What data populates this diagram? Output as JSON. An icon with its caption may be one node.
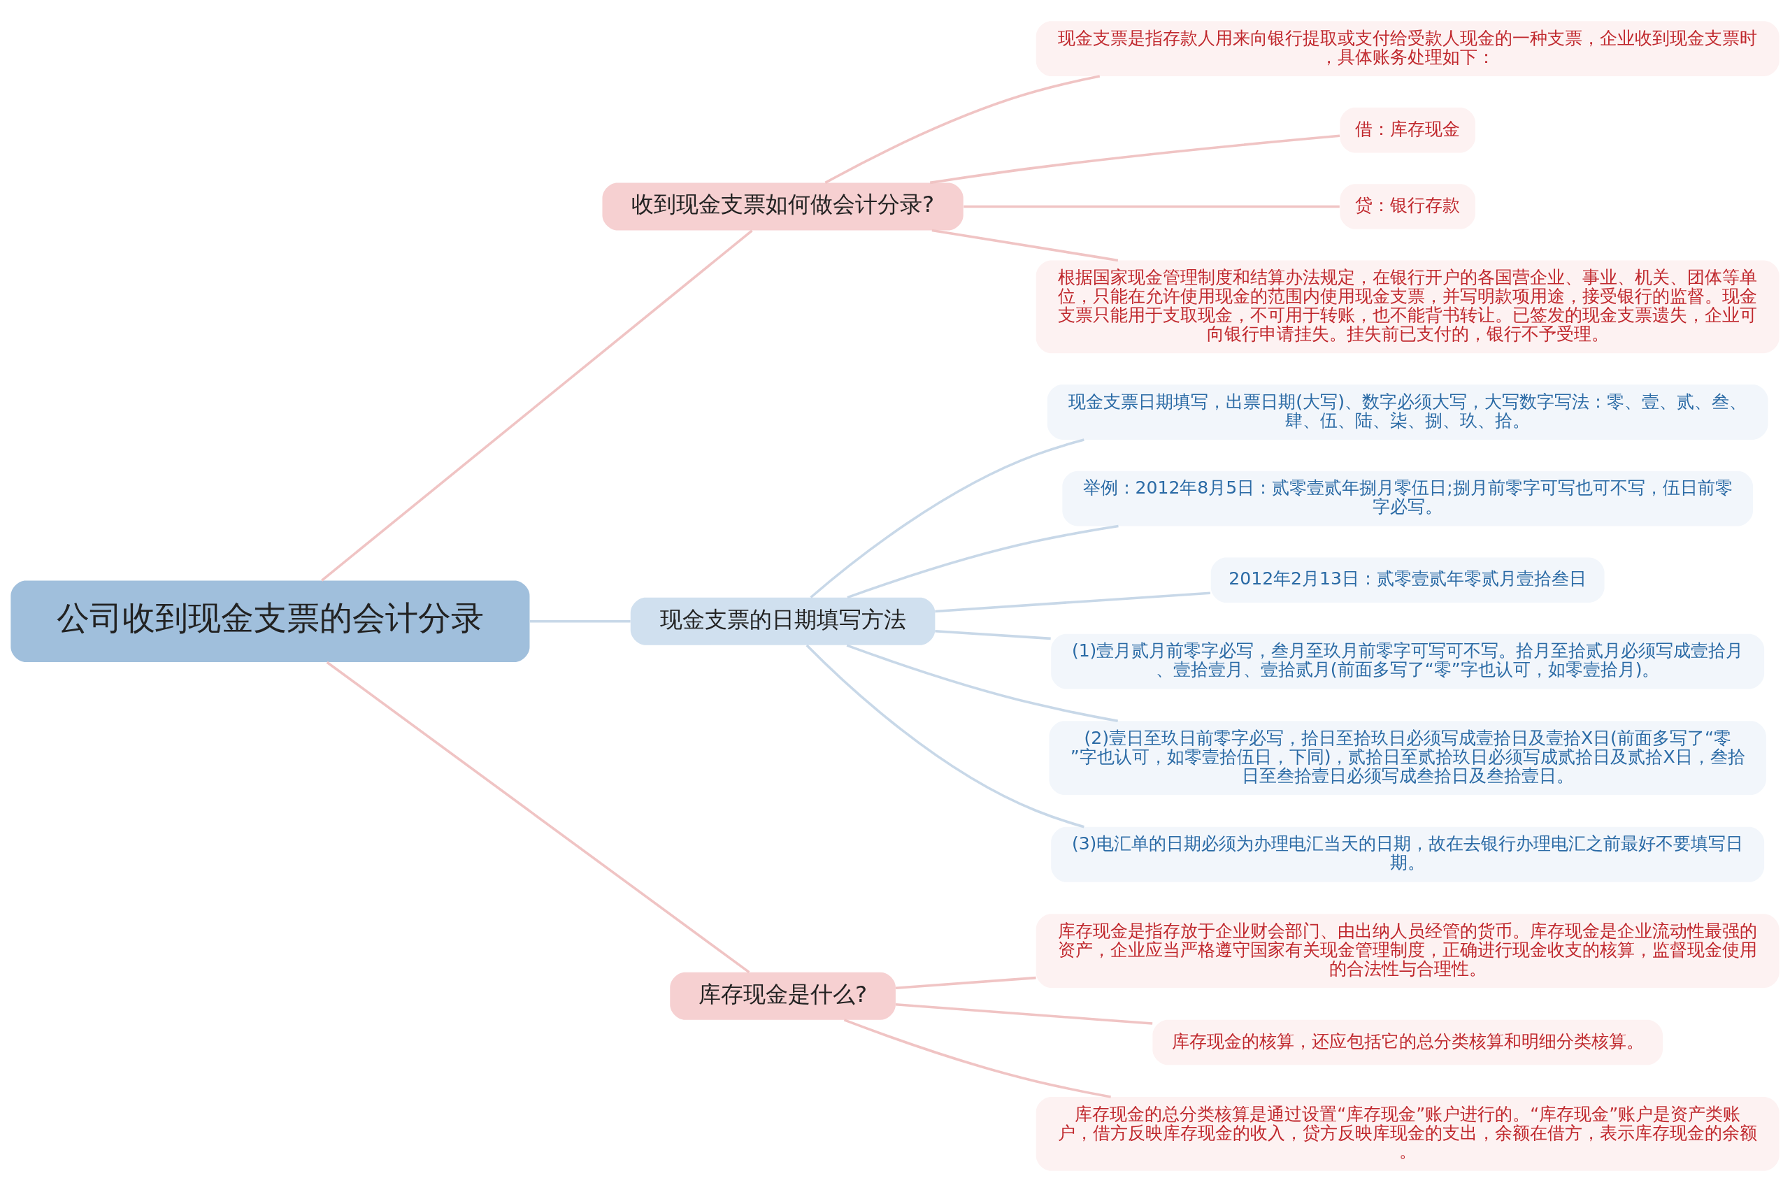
{
  "diagram": {
    "nodes": [
      {
        "text": [
          "公司收到现金支票的会计分录"
        ]
      },
      {
        "text": [
          "收到现金支票如何做会计分录?"
        ]
      },
      {
        "text": [
          "现金支票是指存款人用来向银行提取或支付给受款人现金的一种支票，企业收到现金支票时，具体账务处理如下："
        ]
      },
      {
        "text": [
          "借：库存现金"
        ]
      },
      {
        "text": [
          "贷：银行存款"
        ]
      },
      {
        "text": [
          "根据国家现金管理制度和结算办法规定，在银行开户的各国营企业、事业、机关、团体等单位，只能在允许使用现金的范围内使用现金支票，并写明款项用途，接受银行的监督。现金支票只能用于支取现金，不可用于转账，也不能背书转让。已签发的现金支票遗失，企业可向银行申请挂失。挂失前已支付的，银行不予受理。"
        ]
      },
      {
        "text": [
          "现金支票的日期填写方法"
        ]
      },
      {
        "text": [
          "现金支票日期填写，出票日期(大写)、数字必须大写，大写数字写法：零、壹、贰、叁、肆、伍、陆、柒、捌、玖、拾。"
        ]
      },
      {
        "text": [
          "举例：2012年8月5日：贰零壹贰年捌月零伍日;捌月前零字可写也可不写，伍日前零字必写。"
        ]
      },
      {
        "text": [
          "2012年2月13日：贰零壹贰年零贰月壹拾叁日"
        ]
      },
      {
        "text": [
          "(1)壹月贰月前零字必写，叁月至玖月前零字可写可不写。拾月至拾贰月必须写成壹拾月、壹拾壹月、壹拾贰月(前面多写了“零”字也认可，如零壹拾月)。"
        ]
      },
      {
        "text": [
          "(2)壹日至玖日前零字必写，拾日至拾玖日必须写成壹拾日及壹拾X日(前面多写了“零”字也认可，如零壹拾伍日，下同)，贰拾日至贰拾玖日必须写成贰拾日及贰拾X日，叁拾日至叁拾壹日必须写成叁拾日及叁拾壹日。"
        ]
      },
      {
        "text": [
          "(3)电汇单的日期必须为办理电汇当天的日期，故在去银行办理电汇之前最好不要填写日期。"
        ]
      },
      {
        "text": [
          "库存现金是什么?"
        ]
      },
      {
        "text": [
          "库存现金是指存放于企业财会部门、由出纳人员经管的货币。库存现金是企业流动性最强的资产，企业应当严格遵守国家有关现金管理制度，正确进行现金收支的核算，监督现金使用的合法性与合理性。"
        ]
      },
      {
        "text": [
          "库存现金的核算，还应包括它的总分类核算和明细分类核算。"
        ]
      },
      {
        "text": [
          "库存现金的总分类核算是通过设置“库存现金”账户进行的。“库存现金”账户是资产类账户，借方反映库存现金的收入，贷方反映库现金的支出，余额在借方，表示库存现金的余额。"
        ]
      }
    ],
    "edges": [
      {
        "from": 0,
        "to": 1,
        "arrow": "none",
        "color": "#f0c4c4"
      },
      {
        "from": 1,
        "to": 2,
        "arrow": "none",
        "color": "#f0c4c4"
      },
      {
        "from": 1,
        "to": 3,
        "arrow": "none",
        "color": "#f0c4c4"
      },
      {
        "from": 1,
        "to": 4,
        "arrow": "none",
        "color": "#f0c4c4"
      },
      {
        "from": 1,
        "to": 5,
        "arrow": "none",
        "color": "#f0c4c4"
      },
      {
        "from": 0,
        "to": 6,
        "arrow": "none",
        "color": "#c8d8e8"
      },
      {
        "from": 6,
        "to": 7,
        "arrow": "none",
        "color": "#c8d8e8"
      },
      {
        "from": 6,
        "to": 8,
        "arrow": "none",
        "color": "#c8d8e8"
      },
      {
        "from": 6,
        "to": 9,
        "arrow": "none",
        "color": "#c8d8e8"
      },
      {
        "from": 6,
        "to": 10,
        "arrow": "none",
        "color": "#c8d8e8"
      },
      {
        "from": 6,
        "to": 11,
        "arrow": "none",
        "color": "#c8d8e8"
      },
      {
        "from": 6,
        "to": 12,
        "arrow": "none",
        "color": "#c8d8e8"
      },
      {
        "from": 0,
        "to": 13,
        "arrow": "none",
        "color": "#f0c4c4"
      },
      {
        "from": 13,
        "to": 14,
        "arrow": "none",
        "color": "#f0c4c4"
      },
      {
        "from": 13,
        "to": 15,
        "arrow": "none",
        "color": "#f0c4c4"
      },
      {
        "from": 13,
        "to": 16,
        "arrow": "none",
        "color": "#f0c4c4"
      }
    ]
  }
}
